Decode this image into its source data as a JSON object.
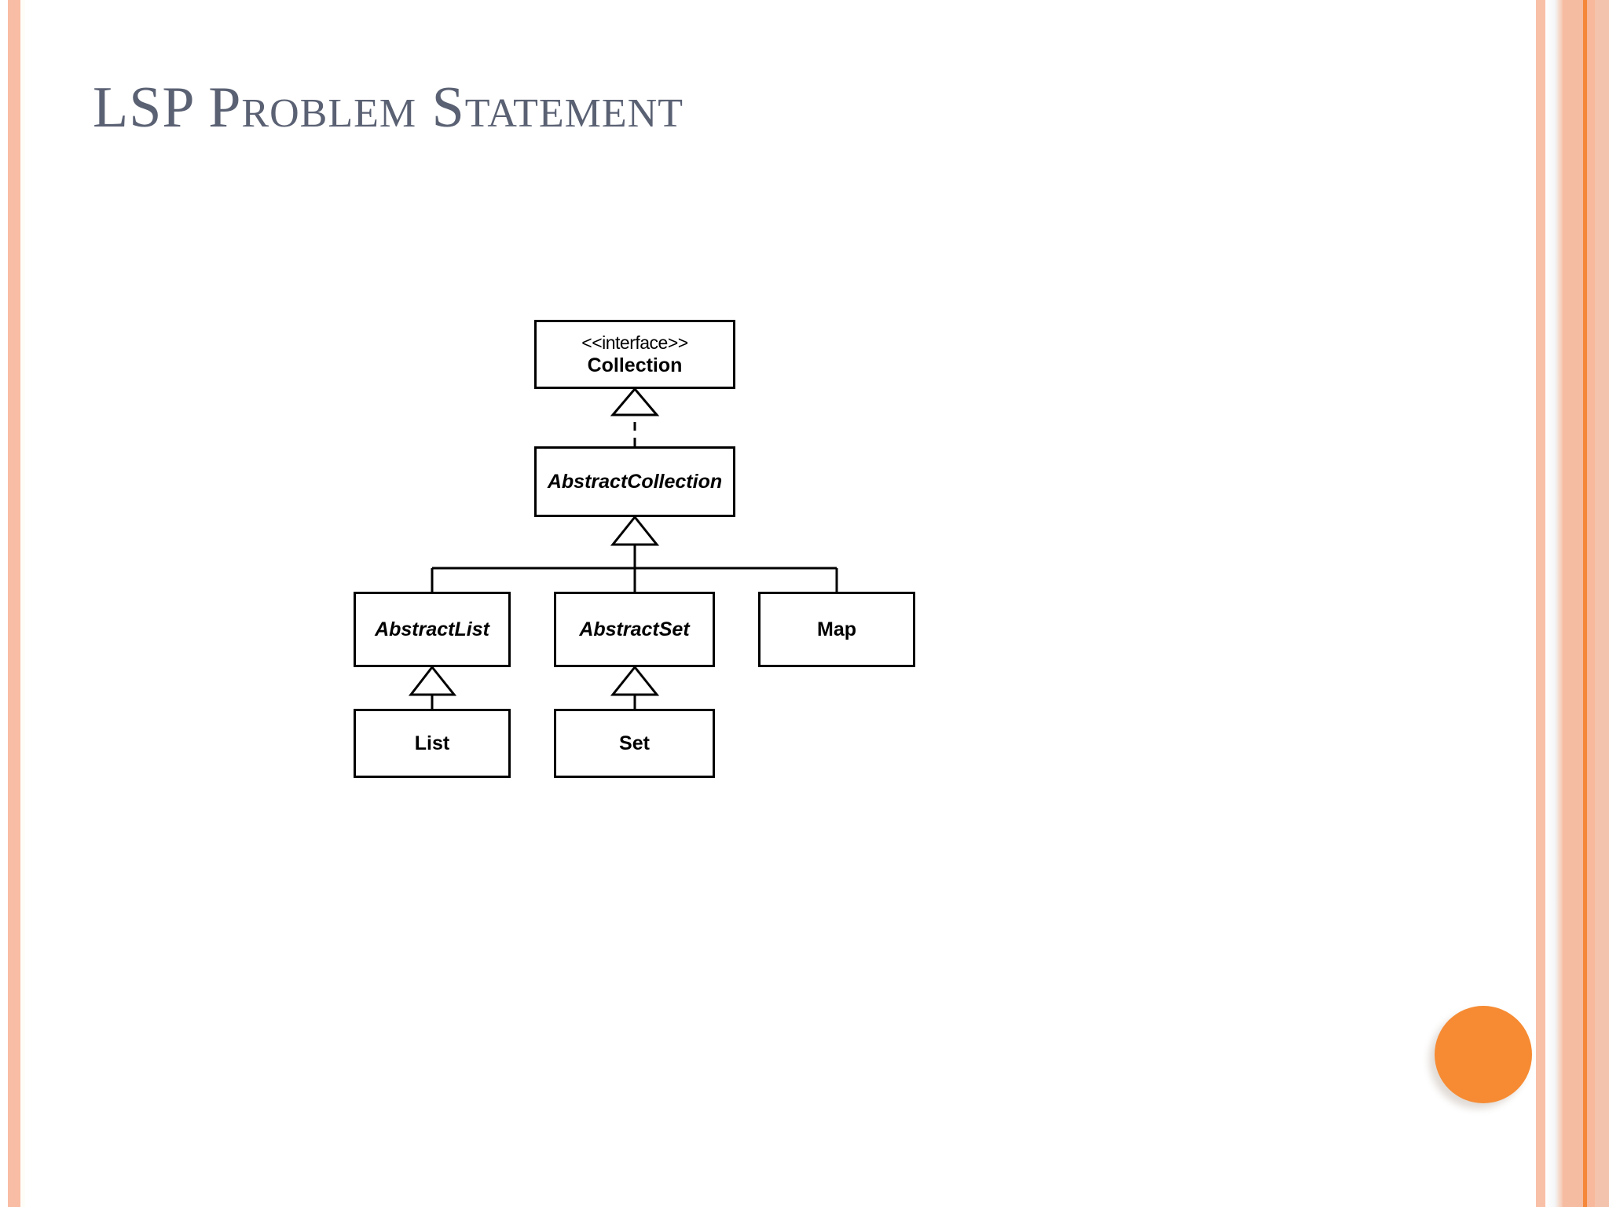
{
  "slide": {
    "title": "LSP Problem Statement",
    "background_color": "#FFFFFF",
    "title_color": "#5A6173",
    "accent_color": "#F68B33",
    "border_peach": "#F9BCA4",
    "border_orange_line": "#F5873A"
  },
  "diagram": {
    "type": "uml-class-diagram",
    "nodes": [
      {
        "id": "collection",
        "stereotype": "<<interface>>",
        "name": "Collection",
        "abstract": false
      },
      {
        "id": "abstractcollection",
        "stereotype": "",
        "name": "AbstractCollection",
        "abstract": true
      },
      {
        "id": "abstractlist",
        "stereotype": "",
        "name": "AbstractList",
        "abstract": true
      },
      {
        "id": "abstractset",
        "stereotype": "",
        "name": "AbstractSet",
        "abstract": true
      },
      {
        "id": "map",
        "stereotype": "",
        "name": "Map",
        "abstract": false
      },
      {
        "id": "list",
        "stereotype": "",
        "name": "List",
        "abstract": false
      },
      {
        "id": "set",
        "stereotype": "",
        "name": "Set",
        "abstract": false
      }
    ],
    "edges": [
      {
        "from": "abstractcollection",
        "to": "collection",
        "relation": "realization",
        "style": "dashed"
      },
      {
        "from": "abstractlist",
        "to": "abstractcollection",
        "relation": "generalization",
        "style": "solid"
      },
      {
        "from": "abstractset",
        "to": "abstractcollection",
        "relation": "generalization",
        "style": "solid"
      },
      {
        "from": "map",
        "to": "abstractcollection",
        "relation": "generalization",
        "style": "solid"
      },
      {
        "from": "list",
        "to": "abstractlist",
        "relation": "generalization",
        "style": "solid"
      },
      {
        "from": "set",
        "to": "abstractset",
        "relation": "generalization",
        "style": "solid"
      }
    ]
  }
}
